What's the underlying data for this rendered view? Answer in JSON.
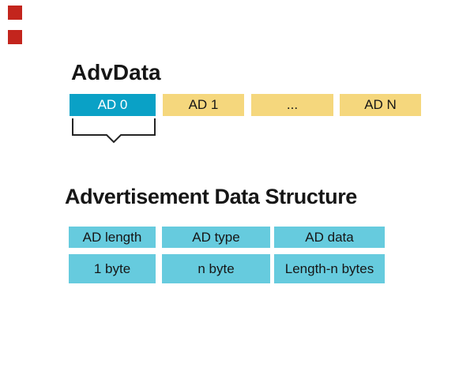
{
  "slide": {
    "background": "#ffffff"
  },
  "decor": {
    "red_squares": 2,
    "red_square_color": "#C3251D"
  },
  "adv_data": {
    "title": "AdvData",
    "blocks": [
      {
        "label": "AD 0",
        "variant": "active"
      },
      {
        "label": "AD 1",
        "variant": "normal"
      },
      {
        "label": "...",
        "variant": "normal"
      },
      {
        "label": "AD N",
        "variant": "normal"
      }
    ],
    "brace_under": "AD 0"
  },
  "structure": {
    "title": "Advertisement Data Structure",
    "fields": [
      "AD length",
      "AD type",
      "AD data"
    ],
    "sizes": [
      "1 byte",
      "n byte",
      "Length-n bytes"
    ]
  },
  "colors": {
    "active_block": "#0AA1C6",
    "normal_block": "#F5D77D",
    "structure_block": "#66CBDE",
    "text": "#161616",
    "active_block_text": "#FFFFFF",
    "brace_line": "#242424",
    "decor_red": "#C3251D"
  }
}
